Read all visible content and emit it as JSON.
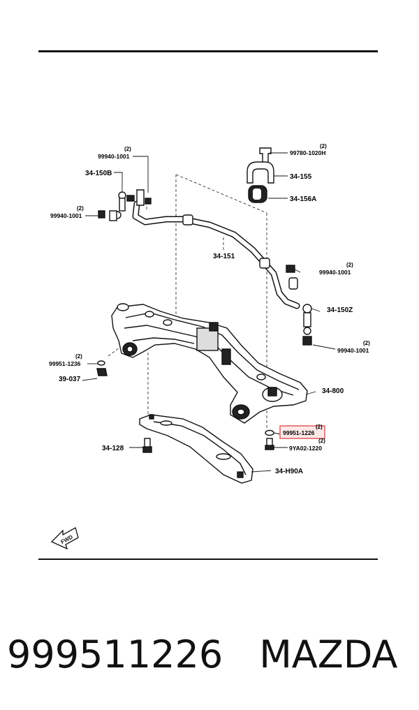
{
  "parts": {
    "p99940_1001_top": "99940-1001",
    "p34_150B": "34-150B",
    "p99940_1001_left": "99940-1001",
    "p99780_1020H": "99780-1020H",
    "p34_155": "34-155",
    "p34_156A": "34-156A",
    "p34_151": "34-151",
    "p99940_1001_right": "99940-1001",
    "p34_150Z": "34-150Z",
    "p99940_1001_right2": "99940-1001",
    "p99951_1236": "99951-1236",
    "p39_037": "39-037",
    "p34_800": "34-800",
    "p99951_1226": "99951-1226",
    "p9YA02_1220": "9YA02-1220",
    "p34_128": "34-128",
    "p34_H90A": "34-H90A"
  },
  "qty": {
    "two": "(2)"
  },
  "fwd_label": "FWD",
  "highlight_color": "#e05050",
  "caption": {
    "part_number": "999511226",
    "brand": "MAZDA"
  }
}
